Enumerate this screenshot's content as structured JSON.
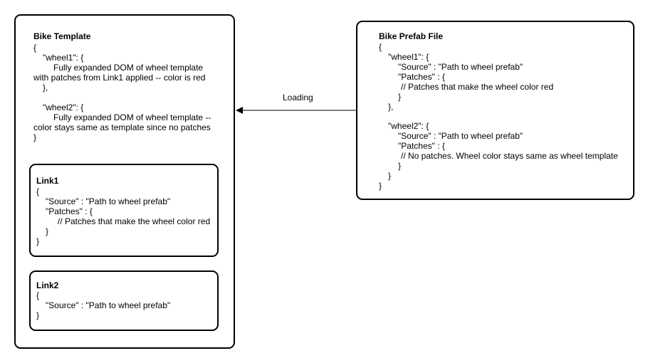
{
  "diagram": {
    "bike_template": {
      "title": "Bike Template",
      "lines": [
        "{",
        "\"wheel1\": {",
        "Fully expanded DOM of wheel template",
        "with patches from Link1 applied -- color is red",
        "},",
        "\"wheel2\": {",
        "Fully expanded DOM of wheel template --",
        "color stays same as template since no patches",
        "}"
      ]
    },
    "link1": {
      "title": "Link1",
      "lines": [
        "{",
        "\"Source\" : \"Path to wheel prefab\"",
        "\"Patches\" : {",
        "// Patches that make the wheel color red",
        "}",
        "}"
      ]
    },
    "link2": {
      "title": "Link2",
      "lines": [
        "{",
        "\"Source\" : \"Path to wheel prefab\"",
        "}"
      ]
    },
    "bike_prefab_file": {
      "title": "Bike Prefab File",
      "lines": [
        "{",
        "\"wheel1\": {",
        "\"Source\" : \"Path to wheel prefab\"",
        "\"Patches\" : {",
        "// Patches that make the wheel color red",
        "}",
        "},",
        "\"wheel2\": {",
        "\"Source\" : \"Path to wheel prefab\"",
        "\"Patches\" : {",
        "// No patches. Wheel color stays same as wheel template",
        "}",
        "}",
        "}"
      ]
    },
    "arrow": {
      "label": "Loading"
    }
  }
}
